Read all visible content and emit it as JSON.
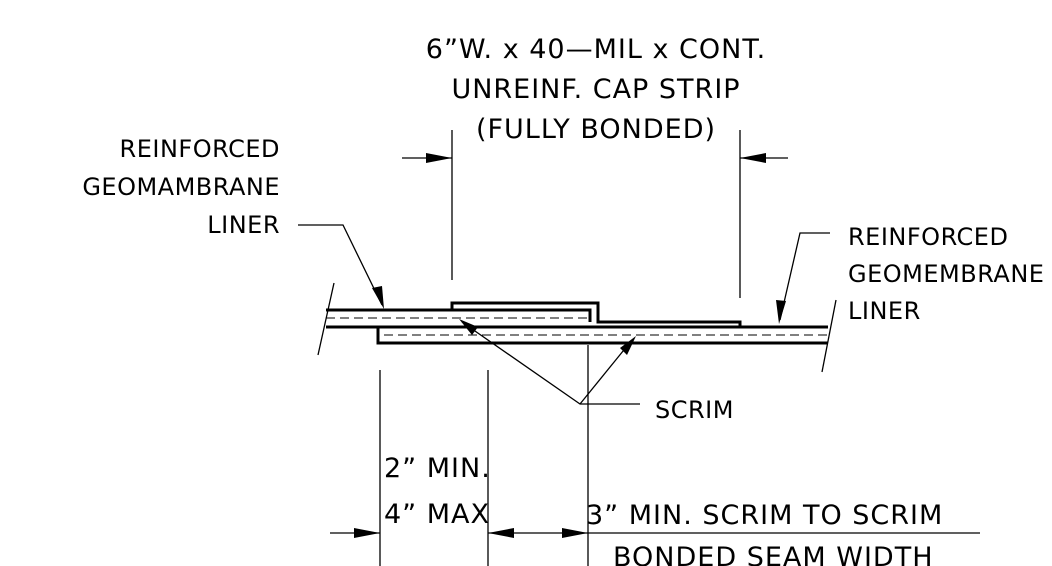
{
  "labels": {
    "cap_strip_line1": "6”W. x 40—MIL x CONT.",
    "cap_strip_line2": "UNREINF. CAP STRIP",
    "cap_strip_line3": "(FULLY BONDED)",
    "left_liner_line1": "REINFORCED",
    "left_liner_line2": "GEOMAMBRANE",
    "left_liner_line3": "LINER",
    "right_liner_line1": "REINFORCED",
    "right_liner_line2": "GEOMEMBRANE",
    "right_liner_line3": "LINER",
    "scrim": "SCRIM",
    "overlap_min": "2” MIN.",
    "overlap_max": "4” MAX",
    "seam_line1": "3” MIN. SCRIM TO SCRIM",
    "seam_line2": "BONDED SEAM WIDTH"
  },
  "colors": {
    "ink": "#000000",
    "background": "#ffffff"
  }
}
